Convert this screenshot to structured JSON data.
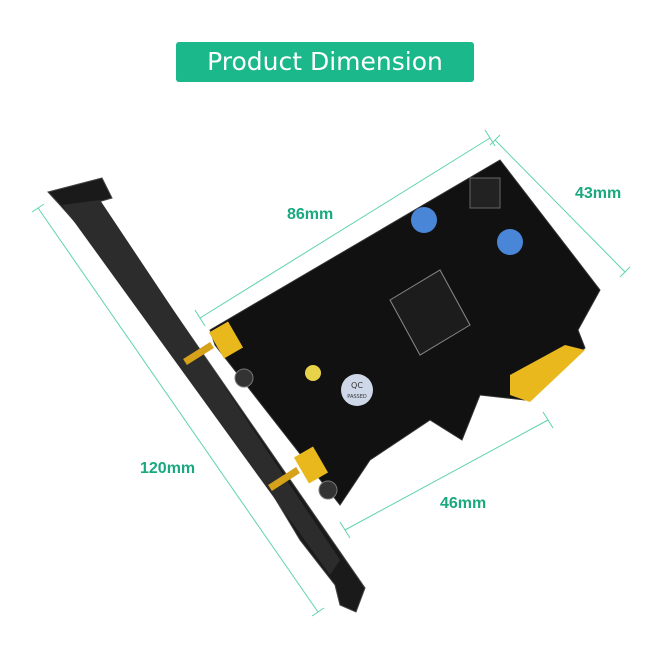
{
  "title": "Product Dimension",
  "dimensions": {
    "length": "86mm",
    "width": "43mm",
    "bracket_height": "120mm",
    "bottom_length": "46mm"
  },
  "board_markings": {
    "qc_label": "QC",
    "passed_label": "PASSED"
  },
  "colors": {
    "banner": "#1ab88a",
    "dimension_line": "#5fd3ad",
    "dimension_text": "#1aa97f",
    "pcb": "#111111",
    "gold": "#e8b81c"
  }
}
